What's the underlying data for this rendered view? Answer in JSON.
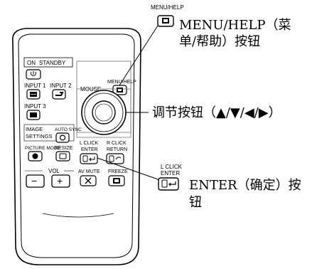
{
  "remote": {
    "on_label": "ON",
    "standby_label": "STANDBY",
    "input1_label": "INPUT 1",
    "input2_label": "INPUT 2",
    "input3_label": "INPUT 3",
    "menu_help_label": "MENU/HELP",
    "mouse_label": "MOUSE",
    "image_settings_label_1": "IMAGE",
    "image_settings_label_2": "SETTINGS",
    "auto_sync_label": "AUTO SYNC",
    "picture_mode_label": "PICTURE MODE",
    "resize_label": "RESIZE",
    "l_click_label_1": "L CLICK",
    "l_click_label_2": "ENTER",
    "r_click_label_1": "R CLICK",
    "r_click_label_2": "RETURN",
    "vol_label": "VOL",
    "vol_minus": "−",
    "vol_plus": "+",
    "av_mute_label": "AV MUTE",
    "freeze_label": "FREEZE"
  },
  "callouts": {
    "menu_small_label": "MENU/HELP",
    "menu_text_line1": "MENU/HELP（菜",
    "menu_text_line2": "单/帮助）按钮",
    "adjust_text": "调节按钮（▲/▼/◀/▶）",
    "enter_small_line1": "L CLICK",
    "enter_small_line2": "ENTER",
    "enter_text_line1": "ENTER（确定）按",
    "enter_text_line2": "钮"
  }
}
